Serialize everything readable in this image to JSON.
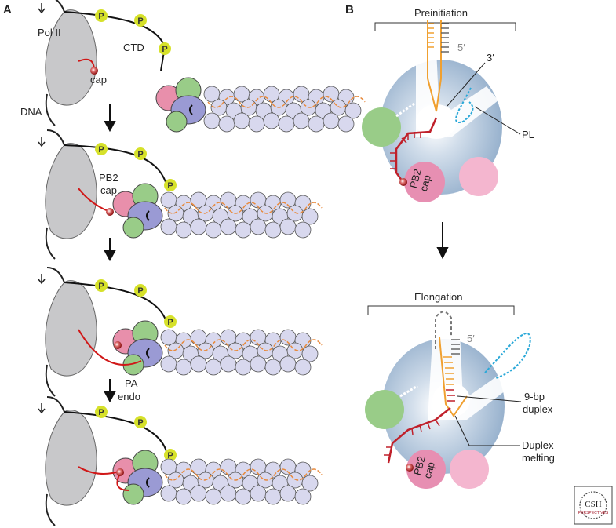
{
  "panel_a": {
    "letter": "A",
    "labels": {
      "pol2": "Pol II",
      "ctd": "CTD",
      "cap": "cap",
      "dna": "DNA",
      "pb2_cap": [
        "PB2",
        "cap"
      ],
      "pa_endo": [
        "PA",
        "endo"
      ]
    },
    "phospho": "P"
  },
  "panel_b": {
    "letter": "B",
    "top_title": "Preinitiation",
    "bottom_title": "Elongation",
    "five_prime": "5′",
    "three_prime": "3′",
    "pl": "PL",
    "pb2_cap": [
      "PB2",
      "cap"
    ],
    "nine_bp": [
      "9-bp",
      "duplex"
    ],
    "melting": [
      "Duplex",
      "melting"
    ]
  },
  "logo": {
    "line1": "CSH",
    "line2": "PERSPECTIVES"
  },
  "colors": {
    "pol2": "#c8c8ca",
    "pb2": "#e88fab",
    "pa": "#99cc88",
    "pb1": "#9a9ad4",
    "np": "#d8d8ee",
    "rna_orange": "#e88a3c",
    "mrna_red": "#c0202a",
    "phospho": "#d6e12a",
    "body_blue": "#9fb8d4",
    "duplex_orange": "#f0a030",
    "pl_cyan": "#29a8d8"
  }
}
